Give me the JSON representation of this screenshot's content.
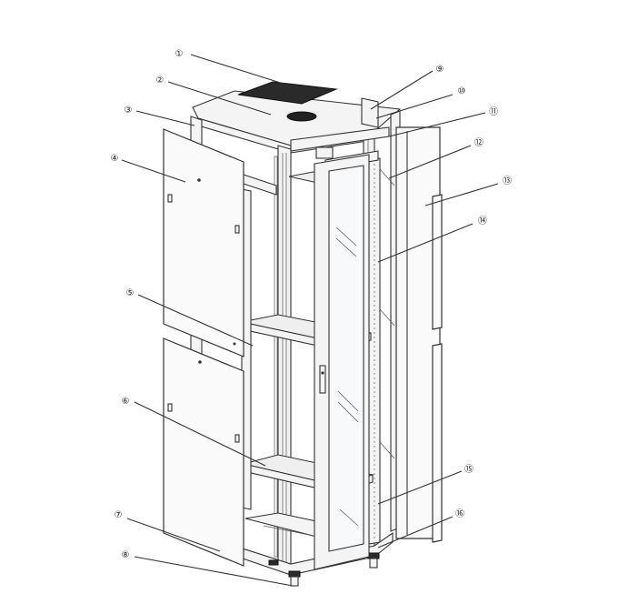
{
  "figure": {
    "subject": "server cabinet exploded view",
    "background": "#ffffff",
    "line_color": "#333333"
  },
  "callouts": [
    {
      "id": "c1",
      "label": "①"
    },
    {
      "id": "c2",
      "label": "②"
    },
    {
      "id": "c3",
      "label": "③"
    },
    {
      "id": "c4",
      "label": "④"
    },
    {
      "id": "c5",
      "label": "⑤"
    },
    {
      "id": "c6",
      "label": "⑥"
    },
    {
      "id": "c7",
      "label": "⑦"
    },
    {
      "id": "c8",
      "label": "⑧"
    },
    {
      "id": "c9",
      "label": "⑨"
    },
    {
      "id": "c10",
      "label": "⑩"
    },
    {
      "id": "c11",
      "label": "⑪"
    },
    {
      "id": "c12",
      "label": "⑫"
    },
    {
      "id": "c13",
      "label": "⑬"
    },
    {
      "id": "c14",
      "label": "⑭"
    },
    {
      "id": "c15",
      "label": "⑮"
    },
    {
      "id": "c16",
      "label": "⑯"
    }
  ]
}
